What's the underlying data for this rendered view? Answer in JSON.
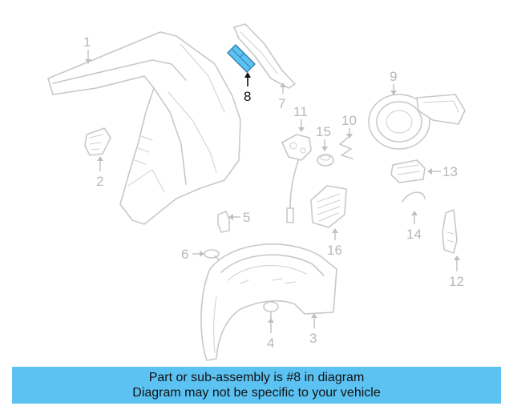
{
  "diagram": {
    "highlight_color": "#5bc2f2",
    "highlighted_part": "8",
    "callouts": {
      "p1": "1",
      "p2": "2",
      "p3": "3",
      "p4": "4",
      "p5": "5",
      "p6": "6",
      "p7": "7",
      "p8": "8",
      "p9": "9",
      "p10": "10",
      "p11": "11",
      "p12": "12",
      "p13": "13",
      "p14": "14",
      "p15": "15",
      "p16": "16"
    }
  },
  "banner": {
    "line1": "Part or sub-assembly is #8 in diagram",
    "line2": "Diagram may not be specific to your vehicle",
    "background": "#5bc2f2"
  }
}
